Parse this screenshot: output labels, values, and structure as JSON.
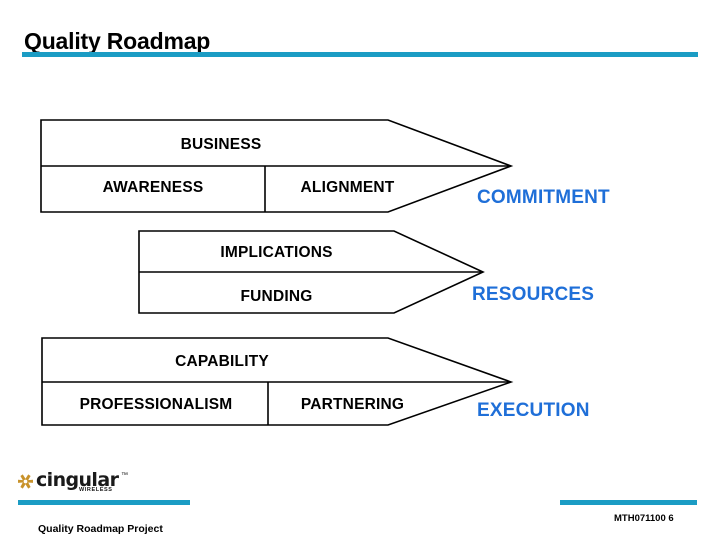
{
  "slide": {
    "title": "Quality Roadmap",
    "accent_color": "#1b9cc4",
    "outcome_color": "#1f6fd8",
    "arrow_stroke_color": "#000000",
    "arrow_fill_color": "#ffffff"
  },
  "rows": [
    {
      "id": "business",
      "top_label": "BUSINESS",
      "bottom_left_label": "AWARENESS",
      "bottom_right_label": "ALIGNMENT",
      "outcome": "COMMITMENT"
    },
    {
      "id": "implications",
      "top_label": "IMPLICATIONS",
      "bottom_left_label": "",
      "bottom_right_label": "FUNDING",
      "outcome": "RESOURCES"
    },
    {
      "id": "capability",
      "top_label": "CAPABILITY",
      "bottom_left_label": "PROFESSIONALISM",
      "bottom_right_label": "PARTNERING",
      "outcome": "EXECUTION"
    }
  ],
  "logo": {
    "wordmark": "cingular",
    "trademark": "™",
    "subtext": "WIRELESS",
    "jack_color": "#c8922a"
  },
  "footer": {
    "left_text": "Quality Roadmap Project",
    "right_text": "MTH071100  6"
  }
}
